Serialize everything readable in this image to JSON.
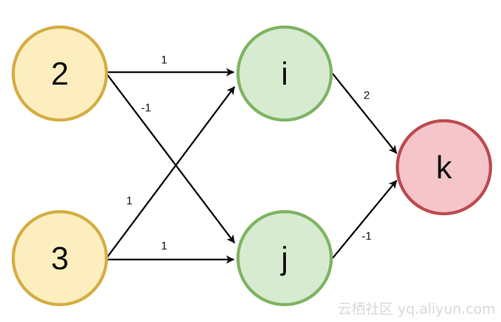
{
  "nodes": [
    {
      "id": "n2",
      "label": "2",
      "fill": "#fdeebf",
      "stroke": "#d4ad43"
    },
    {
      "id": "n3",
      "label": "3",
      "fill": "#fdeebf",
      "stroke": "#d4ad43"
    },
    {
      "id": "ni",
      "label": "i",
      "fill": "#d6ebd0",
      "stroke": "#7fb462"
    },
    {
      "id": "nj",
      "label": "j",
      "fill": "#d6ebd0",
      "stroke": "#7fb462"
    },
    {
      "id": "nk",
      "label": "k",
      "fill": "#f5c5c9",
      "stroke": "#bd4a4f"
    }
  ],
  "edges": [
    {
      "from": "2",
      "to": "i",
      "weight": "1"
    },
    {
      "from": "2",
      "to": "j",
      "weight": "-1"
    },
    {
      "from": "3",
      "to": "i",
      "weight": "1"
    },
    {
      "from": "3",
      "to": "j",
      "weight": "1"
    },
    {
      "from": "i",
      "to": "k",
      "weight": "2"
    },
    {
      "from": "j",
      "to": "k",
      "weight": "-1"
    }
  ],
  "watermark": "云栖社区 yq.aliyun.com"
}
